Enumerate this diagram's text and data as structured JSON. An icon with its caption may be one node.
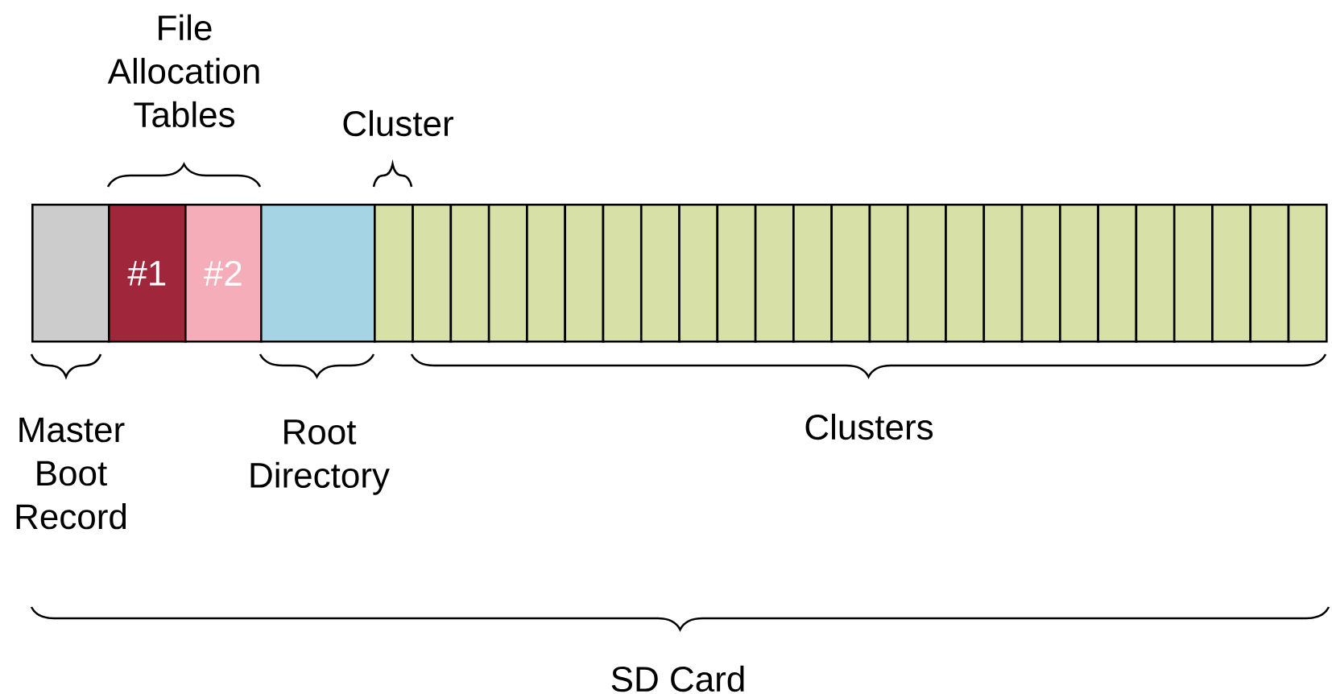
{
  "diagram": {
    "nodes": [
      {
        "text": [],
        "shape": "box"
      },
      {
        "text": [
          "#1"
        ]
      },
      {
        "text": [
          "#2"
        ]
      },
      {
        "text": [],
        "shape": "box"
      },
      {
        "text": [],
        "shape": "box"
      },
      {
        "text": [],
        "shape": "box"
      },
      {
        "text": [],
        "shape": "box"
      },
      {
        "text": [],
        "shape": "box"
      },
      {
        "text": [],
        "shape": "box"
      },
      {
        "text": [],
        "shape": "box"
      },
      {
        "text": [],
        "shape": "box"
      },
      {
        "text": [],
        "shape": "box"
      },
      {
        "text": [],
        "shape": "box"
      },
      {
        "text": [],
        "shape": "box"
      },
      {
        "text": [],
        "shape": "box"
      },
      {
        "text": [],
        "shape": "box"
      },
      {
        "text": [],
        "shape": "box"
      },
      {
        "text": [],
        "shape": "box"
      },
      {
        "text": [],
        "shape": "box"
      },
      {
        "text": [],
        "shape": "box"
      },
      {
        "text": [],
        "shape": "box"
      },
      {
        "text": [],
        "shape": "box"
      },
      {
        "text": [],
        "shape": "box"
      },
      {
        "text": [],
        "shape": "box"
      },
      {
        "text": [],
        "shape": "box"
      },
      {
        "text": [],
        "shape": "box"
      },
      {
        "text": [],
        "shape": "box"
      },
      {
        "text": [],
        "shape": "box"
      },
      {
        "text": [],
        "shape": "box"
      }
    ],
    "labels": [
      "File Allocation Tables",
      "Cluster",
      "Master Boot Record",
      "Root Directory",
      "Clusters",
      "SD Card"
    ]
  }
}
